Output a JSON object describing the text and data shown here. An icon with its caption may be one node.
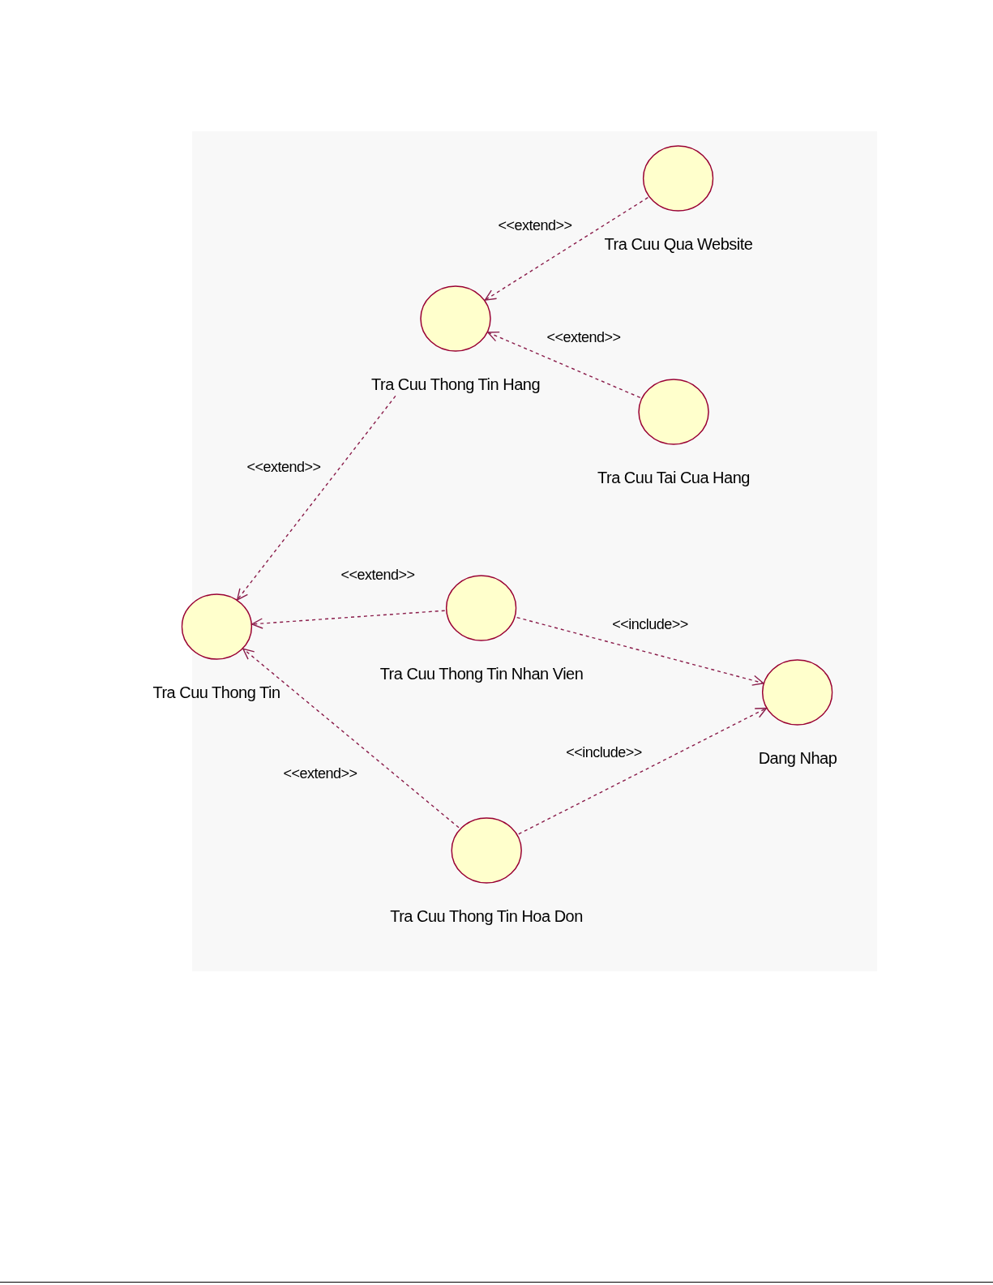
{
  "diagram": {
    "nodes": [
      {
        "text": [
          "Tra Cuu Qua Website"
        ]
      },
      {
        "text": [
          "Tra Cuu Thong Tin Hang"
        ]
      },
      {
        "text": [
          "Tra Cuu Tai Cua Hang"
        ]
      },
      {
        "text": [
          "Tra Cuu Thong Tin"
        ]
      },
      {
        "text": [
          "Tra Cuu Thong Tin Nhan Vien"
        ]
      },
      {
        "text": [
          "Dang Nhap"
        ]
      },
      {
        "text": [
          "Tra Cuu Thong Tin Hoa Don"
        ]
      }
    ],
    "edges": [
      {
        "from": 0,
        "to": 1,
        "arrow": "to",
        "label": "<<extend>>",
        "style": "dashed"
      },
      {
        "from": 2,
        "to": 1,
        "arrow": "to",
        "label": "<<extend>>",
        "style": "dashed"
      },
      {
        "from": 1,
        "to": 3,
        "arrow": "to",
        "label": "<<extend>>",
        "style": "dashed"
      },
      {
        "from": 4,
        "to": 3,
        "arrow": "to",
        "label": "<<extend>>",
        "style": "dashed"
      },
      {
        "from": 4,
        "to": 5,
        "arrow": "to",
        "label": "<<include>>",
        "style": "dashed"
      },
      {
        "from": 6,
        "to": 3,
        "arrow": "to",
        "label": "<<extend>>",
        "style": "dashed"
      },
      {
        "from": 6,
        "to": 5,
        "arrow": "to",
        "label": "<<include>>",
        "style": "dashed"
      }
    ]
  }
}
